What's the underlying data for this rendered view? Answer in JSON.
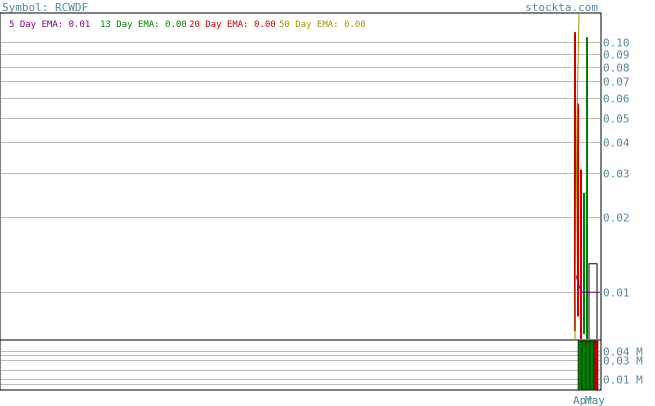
{
  "header": {
    "symbol_label": "Symbol: RCWDF",
    "site": "stockta.com"
  },
  "legend": [
    {
      "text": "5 Day EMA: 0.01",
      "color": "#800080"
    },
    {
      "text": "13 Day EMA: 0.00",
      "color": "#008000"
    },
    {
      "text": "20 Day EMA: 0.00",
      "color": "#cc0000"
    },
    {
      "text": "50 Day EMA: 0.00",
      "color": "#999900"
    }
  ],
  "colors": {
    "grid": "#bbbbbb",
    "border": "#000000",
    "axis_text": "#558899",
    "up": "#008000",
    "down": "#cc0000",
    "ema5": "#800080",
    "ema13": "#008000",
    "ema20": "#cc0000",
    "ema50": "#999900"
  },
  "chart_data": [
    {
      "type": "line",
      "yscale": "log",
      "ylim": [
        0.0065,
        0.13
      ],
      "yticks": [
        0.1,
        0.09,
        0.08,
        0.07,
        0.06,
        0.05,
        0.04,
        0.03,
        0.02,
        0.01
      ],
      "ytick_labels": [
        "0.10",
        "0.09",
        "0.08",
        "0.07",
        "0.06",
        "0.05",
        "0.04",
        "0.03",
        "0.02",
        "0.01"
      ],
      "xlabels": [
        "Apr",
        "May"
      ],
      "candles": [
        {
          "x": 0,
          "high": 0.11,
          "low": 0.007,
          "color": "#cc0000"
        },
        {
          "x": 1,
          "high": 0.057,
          "low": 0.008,
          "color": "#cc0000"
        },
        {
          "x": 2,
          "high": 0.031,
          "low": 0.0065,
          "color": "#cc0000"
        },
        {
          "x": 3,
          "high": 0.025,
          "low": 0.0068,
          "color": "#008000"
        },
        {
          "x": 4,
          "high": 0.105,
          "low": 0.0065,
          "color": "#008000"
        }
      ],
      "ema_values": [
        0.012,
        0.011,
        0.01,
        0.01,
        0.01
      ]
    },
    {
      "type": "bar",
      "title": "Volume",
      "ylim": [
        0,
        0.05
      ],
      "yticks": [
        0.04,
        0.03,
        0.01
      ],
      "ytick_labels": [
        "0.04 M",
        "0.03 M",
        "0.01 M"
      ],
      "values": [
        0.05,
        0.05,
        0.05,
        0.05,
        0.05
      ],
      "colors": [
        "#008000",
        "#008000",
        "#008000",
        "#008000",
        "#cc0000"
      ]
    }
  ]
}
